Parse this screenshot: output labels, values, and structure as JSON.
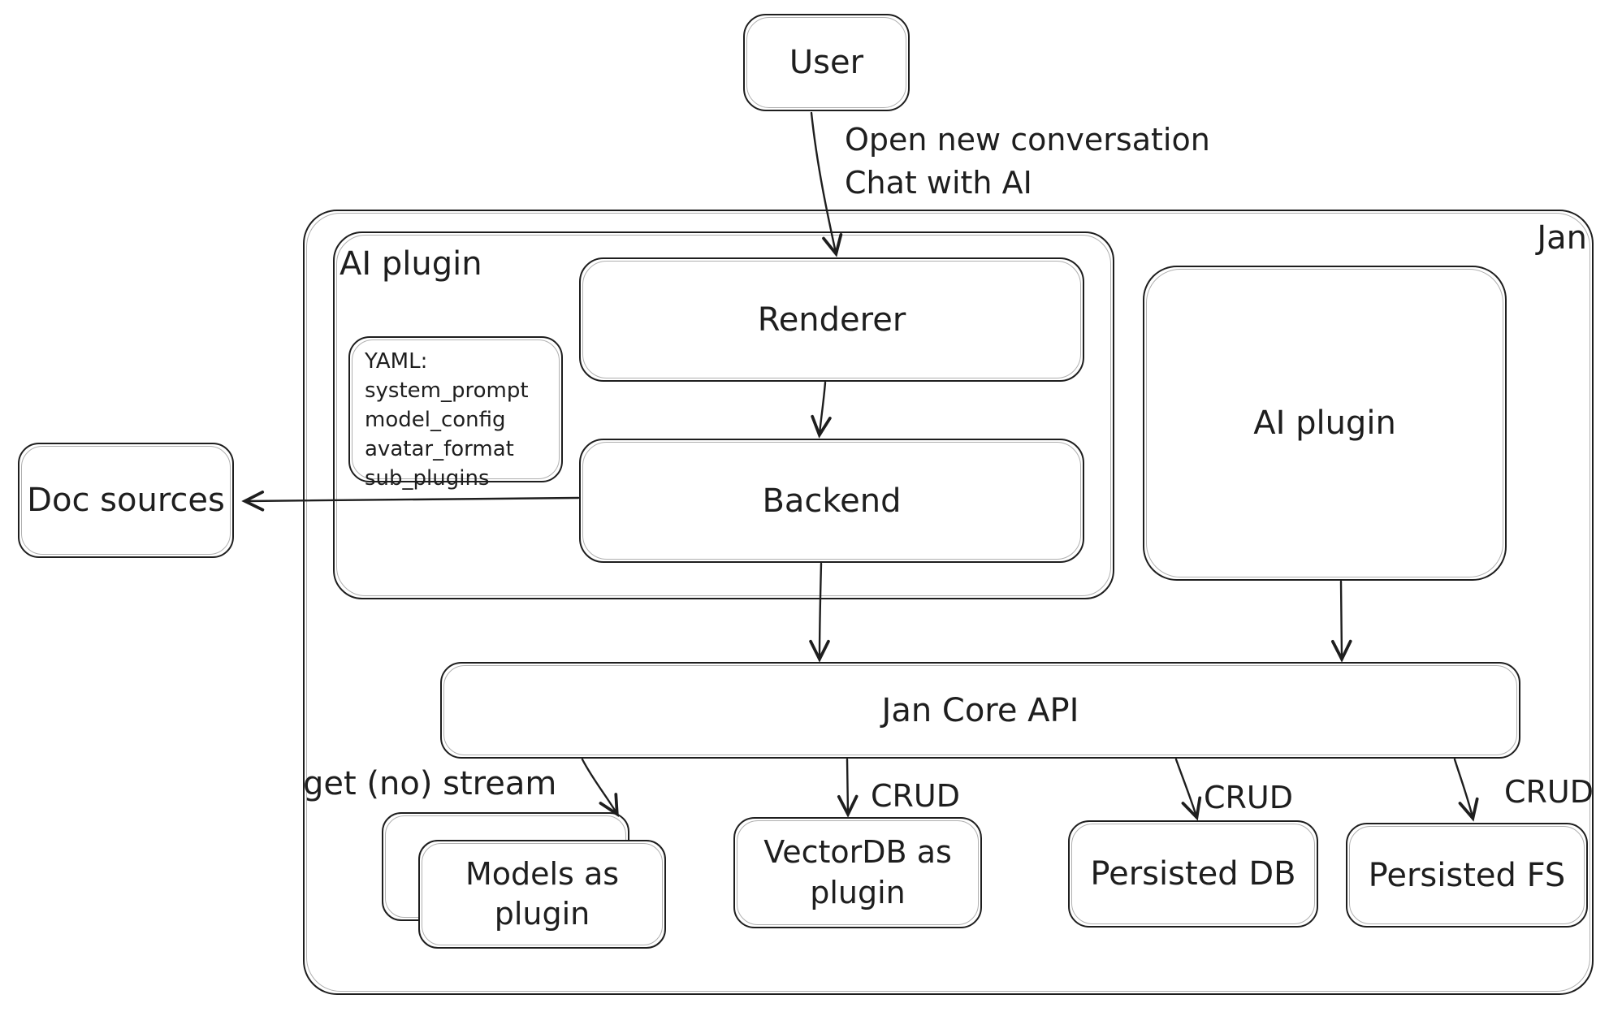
{
  "canvas": {
    "background": "#ffffff",
    "stroke_color": "#1e1e1e"
  },
  "nodes": {
    "user": {
      "label": "User"
    },
    "jan_container": {
      "label": "Jan"
    },
    "ai_plugin_container": {
      "label": "AI plugin"
    },
    "renderer": {
      "label": "Renderer"
    },
    "backend": {
      "label": "Backend"
    },
    "yaml_note": {
      "lines": [
        "YAML:",
        "system_prompt",
        "model_config",
        "avatar_format",
        "sub_plugins"
      ]
    },
    "doc_sources": {
      "label": "Doc sources"
    },
    "ai_plugin_right": {
      "label": "AI plugin"
    },
    "jan_core_api": {
      "label": "Jan Core API"
    },
    "models_plugin": {
      "label": "Models as plugin"
    },
    "vectordb_plugin": {
      "label": "VectorDB as plugin"
    },
    "persisted_db": {
      "label": "Persisted DB"
    },
    "persisted_fs": {
      "label": "Persisted FS"
    }
  },
  "edges": {
    "user_to_renderer": {
      "label_line1": "Open new conversation",
      "label_line2": "Chat with AI"
    },
    "core_to_models": {
      "label": "get (no) stream"
    },
    "core_to_vectordb": {
      "label": "CRUD"
    },
    "core_to_persisted_db": {
      "label": "CRUD"
    },
    "core_to_persisted_fs": {
      "label": "CRUD"
    }
  }
}
